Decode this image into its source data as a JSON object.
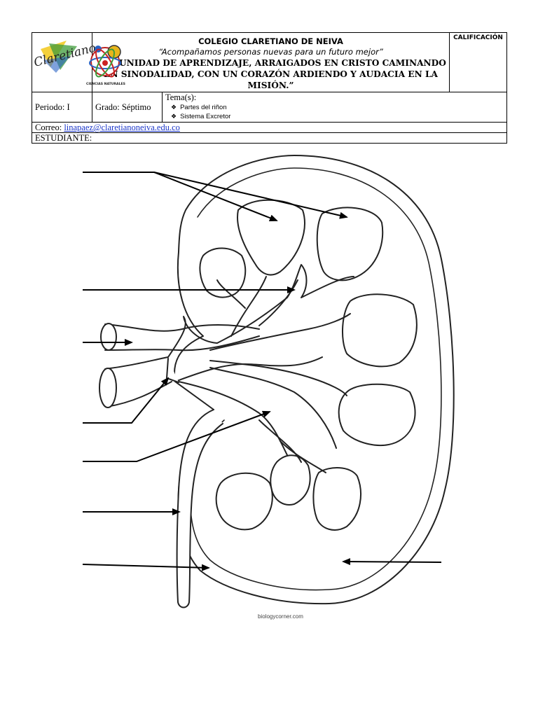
{
  "header": {
    "school": "COLEGIO CLARETIANO DE NEIVA",
    "motto": "“Acompañamos personas nuevas para un futuro mejor”",
    "slogan": "COMUNIDAD DE APRENDIZAJE, ARRAIGADOS EN CRISTO CAMINANDO EN SINODALIDAD, CON UN CORAZÓN ARDIENDO Y AUDACIA EN LA MISIÓN.”",
    "grade_box_label": "CALIFICACIÓN",
    "logo_text": "Claretiano",
    "logo_caption": "CIENCIAS NATURALES"
  },
  "info": {
    "period": "Periodo: I",
    "grade": "Grado: Séptimo",
    "topics_label": "Tema(s):",
    "topics": [
      "Partes del riñon",
      "Sistema Excretor"
    ],
    "email_label": "Correo:",
    "email": "linapaez@claretianoneiva.edu.co",
    "student_label": "ESTUDIANTE:"
  },
  "diagram": {
    "credit": "biologycorner.com",
    "blank_labels": 8
  },
  "colors": {
    "link": "#1a35c8",
    "ink": "#000000"
  }
}
